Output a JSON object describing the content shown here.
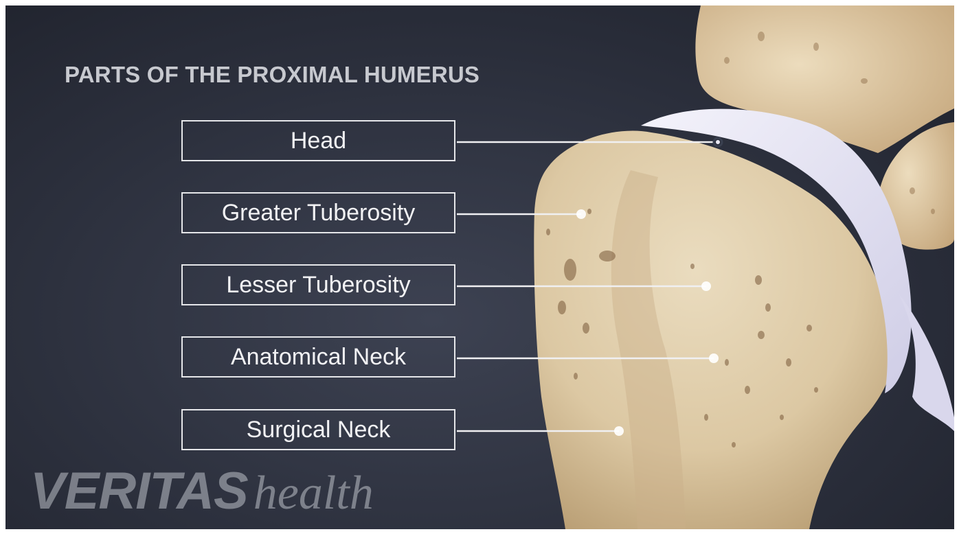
{
  "title": "PARTS OF THE PROXIMAL HUMERUS",
  "labels": [
    {
      "text": "Head"
    },
    {
      "text": "Greater Tuberosity"
    },
    {
      "text": "Lesser Tuberosity"
    },
    {
      "text": "Anatomical Neck"
    },
    {
      "text": "Surgical Neck"
    }
  ],
  "logo": {
    "brand": "VERITAS",
    "suffix": "health"
  },
  "colors": {
    "background": "#2c303d",
    "bone": "#e3d2b2",
    "cartilage": "#e4e2f2",
    "leader": "#f0f0f2"
  }
}
